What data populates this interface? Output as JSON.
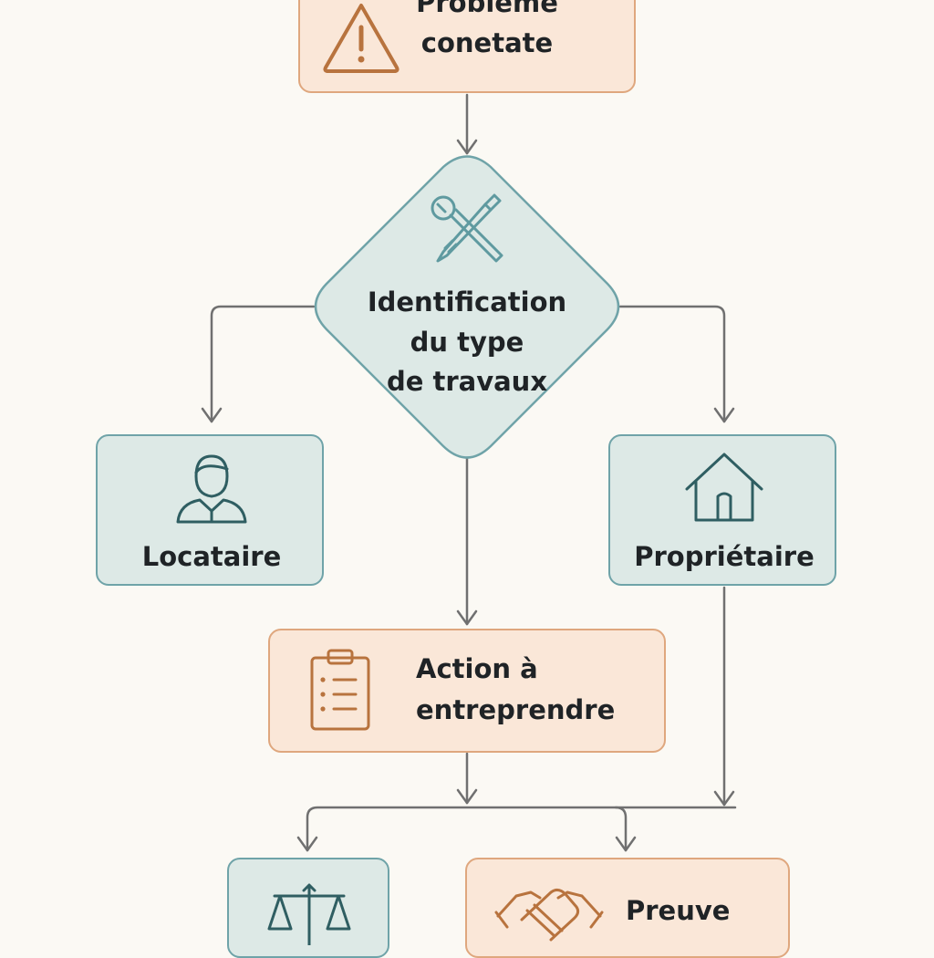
{
  "nodes": {
    "problem": {
      "line1": "Probleme",
      "line2": "conetate"
    },
    "decision": {
      "line1": "Identification",
      "line2": "du type",
      "line3": "de travaux"
    },
    "tenant": {
      "label": "Locataire"
    },
    "owner": {
      "label": "Propriétaire"
    },
    "action": {
      "line1": "Action à",
      "line2": "entreprendre"
    },
    "legal": {
      "label": ""
    },
    "proof": {
      "label": "Preuve"
    }
  },
  "icons": {
    "problem": "warning-triangle-icon",
    "decision": "wrench-screwdriver-icon",
    "tenant": "person-icon",
    "owner": "house-icon",
    "action": "clipboard-checklist-icon",
    "legal": "scales-icon",
    "proof": "handshake-icon"
  },
  "colors": {
    "background": "#fbf9f4",
    "teal_fill": "#dde9e6",
    "teal_border": "#6fa3a8",
    "orange_fill": "#fae7d8",
    "orange_border": "#dfa77e",
    "connector": "#707070",
    "teal_icon": "#2f5e62",
    "orange_icon": "#b8733e"
  }
}
